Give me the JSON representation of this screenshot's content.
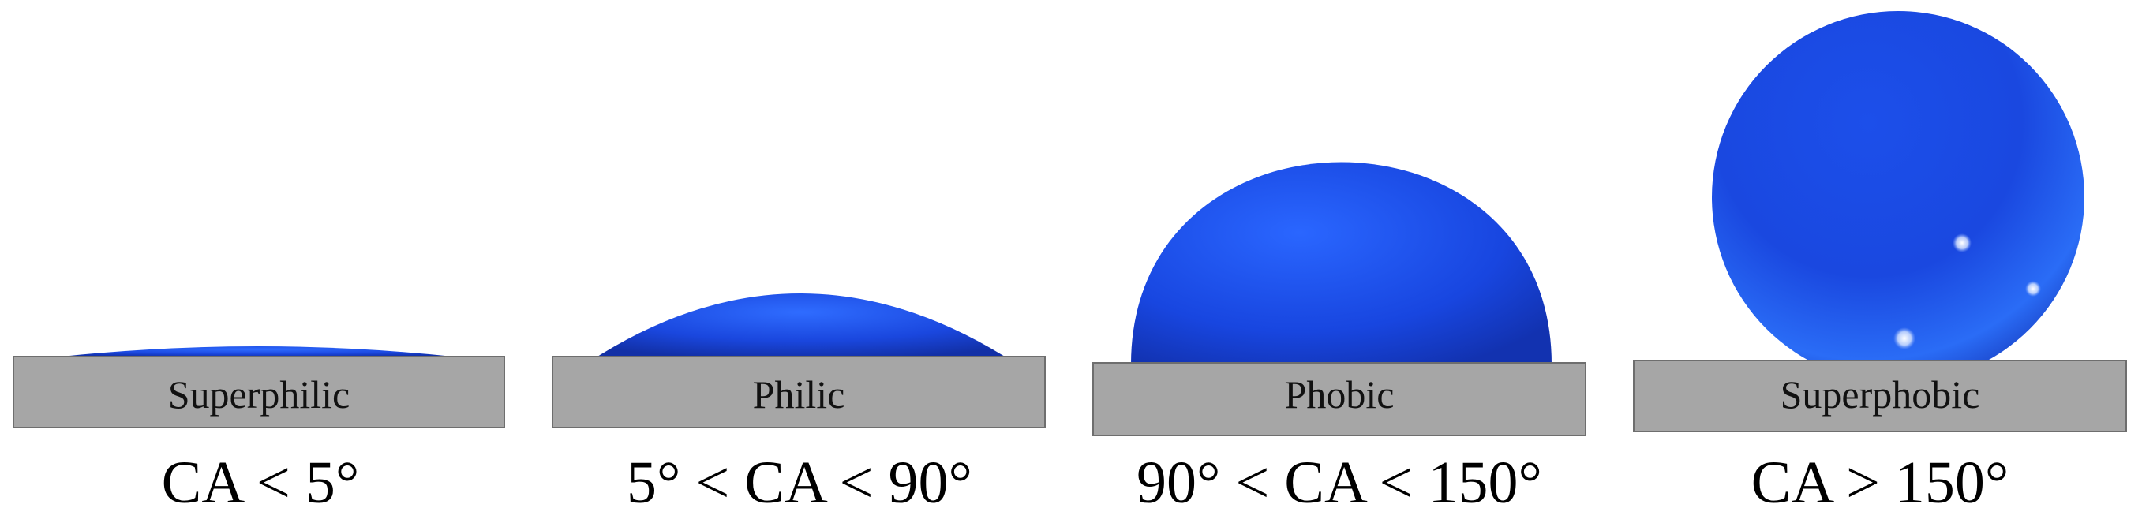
{
  "colors": {
    "droplet_light": "#2a68ff",
    "droplet_mid": "#1748e2",
    "droplet_dark": "#0f2fa8",
    "substrate_fill": "#a6a6a6",
    "substrate_stroke": "#6e6e6e",
    "text": "#000000"
  },
  "panels": [
    {
      "substrate": "Superphilic",
      "condition": "CA < 5°"
    },
    {
      "substrate": "Philic",
      "condition": "5° < CA < 90°"
    },
    {
      "substrate": "Phobic",
      "condition": "90° < CA < 150°"
    },
    {
      "substrate": "Superphobic",
      "condition": "CA > 150°"
    }
  ]
}
